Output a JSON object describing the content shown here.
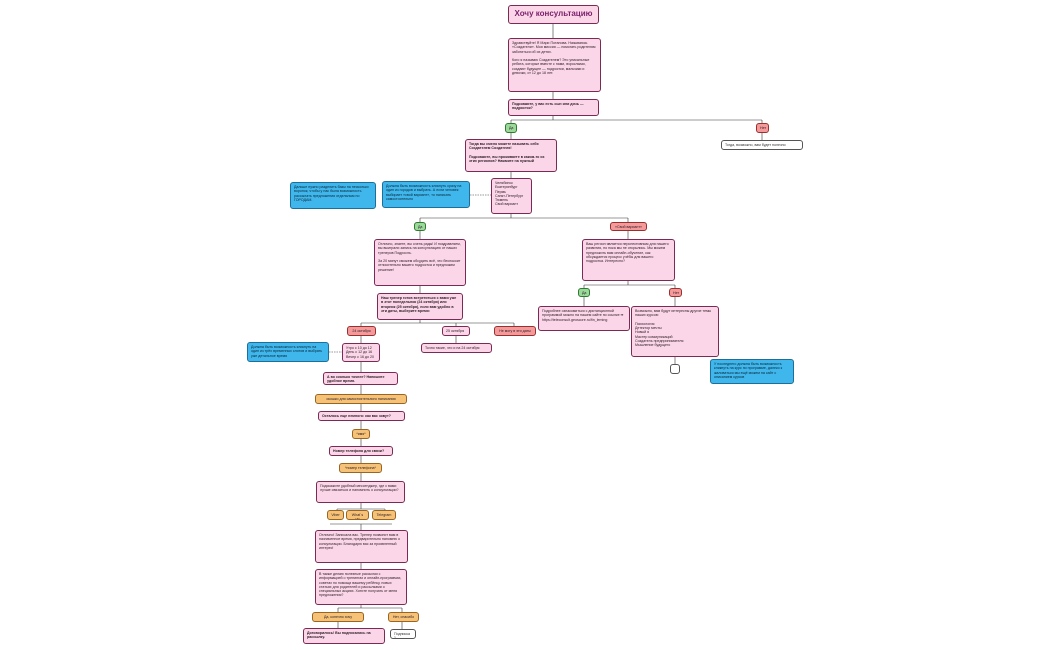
{
  "colors": {
    "pink": "#fbd6e8",
    "blue": "#3fb6ec",
    "green": "#9ad99a",
    "red": "#f59a9a",
    "orange": "#f6c278",
    "edge": "#333333"
  },
  "nodes": {
    "title": "Хочу консультацию",
    "greeting": "Здравствуйте! Я Мари Потапова. Называюсь «Создатели». Моя миссия — помогать родителям заботиться об их детях.\n\nКого я называю Создателем? Это уникальные ребята, которые вместе с нами, взрослыми, создают будущее — подростки, мальчики и девочки, от 12 до 18 лет.",
    "ask_teen": "Подскажите, у вас есть сын или дочь — подросток?",
    "yes1": "Да",
    "no1": "Нет",
    "no1_reply": "Тогда, возможно, вам будет полезно",
    "creators_q": "Тогда вы смело можете называть себя Создателем Создателя!\n\nПодскажите, вы проживаете в каком-то из этих регионов? Нажмите на нужный",
    "cities": "Челябинск\nЕкатеринбург\nПермь\nСанкт-Петербург\nТюмень\nСвой вариант",
    "note_cities": "Должна быть возможность кликнуть сразу на один из городов и выбрать. А если человек выбирает «свой вариант», то написать самостоятельно",
    "note_city_left": "Дальше нужно разделить базы на несколько воронок, чтобы у нас была возможность рассылать предложения отдельным по ГОРОДАМ.",
    "yes2": "Да",
    "own_variant": "«Свой вариант»",
    "great": "Отлично, знаете, вы очень рады! И поздравляем, вы выиграли запись на консультацию от наших тренеров Подросль.\n\nЗа 20 минут сможем обсудить всё, что беспокоит относительно вашего подростка и предложим решение!",
    "online_offer": "Ваш регион является перспективным для нашего развития, но пока мы не открылись. Мы можем предложить вам онлайн-обучение, как обсуждается процесс учёбы для вашего подростка. Интересно?",
    "yes3": "Да",
    "no3": "Нет",
    "online_info": "Подробнее ознакомиться с дистанционной программой можно на нашем сайте по ссылке ➡ https://teleconsult.geoscore.ru/fin_leming",
    "maybe_interest": "Возможно, вам будут интересны другие темы наших курсов:\n\nПсихология\nДетектор мечты\nНовый я\nМастер коммуникаций\nСоздатель предпринимателя\nМышление будущего",
    "note_courses": "У последнего должна быть возможность кликнуть на курс по программе, далеко к жаловаться мы ещё можем на сайт с описанием курсов",
    "trainer_meet": "Наш тренер готов встретиться с вами уже в этот понедельник (24 октября) или вторник (25 октября), если вам удобно в эти даты, выберите время:",
    "date1": "24 октября",
    "date2": "25 октября",
    "not_dates": "Не могу в эти даты",
    "times": "Утро с 10 до 12\nДень с 12 до 16\nВечер с 16 до 20",
    "note_times": "Должна быть возможность кликнуть на один из трёх временных слотов и выбрать уже детальное время",
    "same_times": "Точно такие, что и на 24 октября",
    "which_time": "А во сколько точнее? Напишите удобное время.",
    "free_input1": "окошко для самостоятельного написания",
    "last_steps": "Осталось еще немного: как вас зовут?",
    "name_input": "*имя*",
    "phone_q": "Номер телефона для связи?",
    "phone_input": "*номер телефона*",
    "messenger_q": "Подскажите удобный мессенджер, где с вами лучше связаться и напомнить о консультации?",
    "viber": "Viber",
    "whatsapp": "What`s up",
    "telegram": "Telegram",
    "confirm": "Отлично! Записала вас. Тренер позвонит вам в назначенное время, предварительно напомню о консультации. Благодарю вас за проявленный интерес!",
    "newsletter": "В также делаю полезные рассылки с информацией о тренингах и онлайн-программах, советах по помощи вашему ребёнку, новых статьях для родителей и рассылками о специальных акциях. Хотите получать от меня предложения?",
    "yes_sure": "Да, конечно хочу",
    "no_thanks": "Нет, спасибо",
    "subscribed": "Договорились! Вы подписались на рассылку.",
    "subscribe_label": "Подписка 1"
  }
}
